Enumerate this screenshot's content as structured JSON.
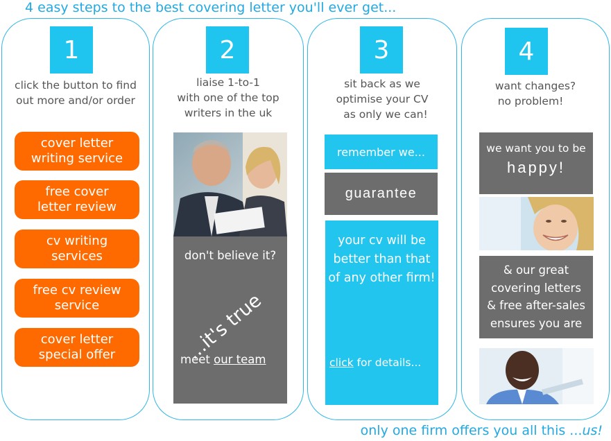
{
  "headline": "4 easy steps to the best covering letter you'll ever get...",
  "footer": {
    "text": "only one firm offers you all this ...",
    "emph": "us!"
  },
  "step1": {
    "number": "1",
    "line1": "click the button to find",
    "line2": "out more and/or order",
    "buttons": [
      {
        "l1": "cover letter",
        "l2": "writing service"
      },
      {
        "l1": "free cover",
        "l2": "letter review"
      },
      {
        "l1": "cv writing",
        "l2": "services"
      },
      {
        "l1": "free cv review",
        "l2": "service"
      },
      {
        "l1": "cover letter",
        "l2": "special offer"
      }
    ]
  },
  "step2": {
    "number": "2",
    "line1": "liaise 1-to-1",
    "line2": "with one of the top",
    "line3": "writers in the uk",
    "panel_question": "don't believe it?",
    "panel_rotated": "...it's true",
    "panel_meet": "meet ",
    "panel_link": "our team"
  },
  "step3": {
    "number": "3",
    "line1": "sit back as we",
    "line2": "optimise your CV",
    "line3": "as only we can!",
    "remember": "remember we...",
    "guarantee": "guarantee",
    "claim1": "your cv will be",
    "claim2": "better than that",
    "claim3": "of any other firm!",
    "click_link": "click",
    "click_rest": " for details..."
  },
  "step4": {
    "number": "4",
    "line1": "want changes?",
    "line2": "no problem!",
    "want": "we want you to be",
    "happy": "happy!",
    "great1": "& our great",
    "great2": "covering letters",
    "great3": "& free after-sales",
    "great4": "ensures you are"
  },
  "colors": {
    "cyan": "#22c5ee",
    "orange": "#ff6a00",
    "gray": "#6d6d6d",
    "title_blue": "#22a9e1"
  }
}
